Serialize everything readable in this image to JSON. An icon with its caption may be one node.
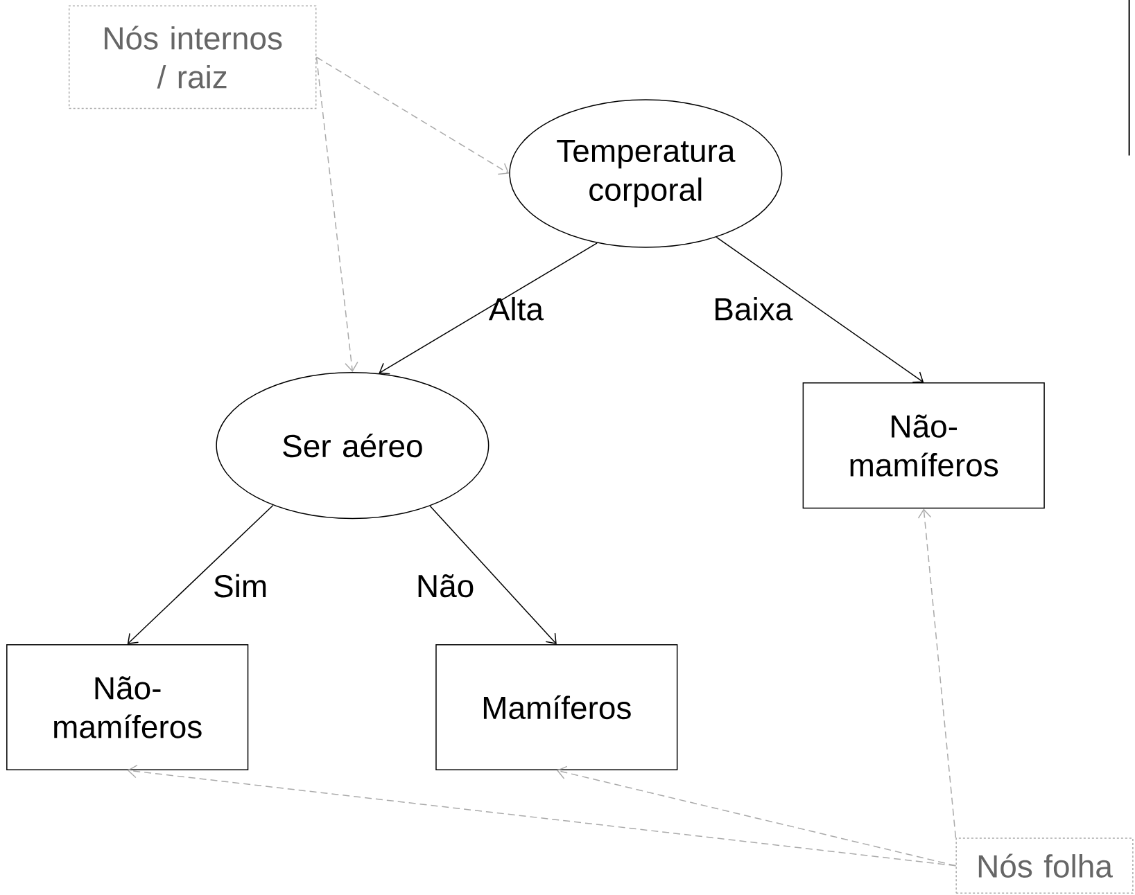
{
  "diagram": {
    "nodes": [
      {
        "text": [
          "Nós internos / raiz"
        ]
      },
      {
        "text": [
          "Temperatura corporal"
        ]
      },
      {
        "text": [
          "Ser aéreo"
        ]
      },
      {
        "text": [
          "Não-mamíferos"
        ]
      },
      {
        "text": [
          "Não-mamíferos"
        ]
      },
      {
        "text": [
          "Mamíferos"
        ]
      },
      {
        "text": [
          "Nós folha"
        ]
      }
    ],
    "edges": [
      {
        "from": 1,
        "to": 2,
        "arrow": "to",
        "label": "Alta",
        "color": "#000000"
      },
      {
        "from": 1,
        "to": 3,
        "arrow": "to",
        "label": "Baixa",
        "color": "#000000"
      },
      {
        "from": 2,
        "to": 4,
        "arrow": "to",
        "label": "Sim",
        "color": "#000000"
      },
      {
        "from": 2,
        "to": 5,
        "arrow": "to",
        "label": "Não",
        "color": "#000000"
      },
      {
        "from": 0,
        "to": 1,
        "arrow": "to",
        "style": "dashed",
        "color": "#aaaaaa"
      },
      {
        "from": 0,
        "to": 2,
        "arrow": "to",
        "style": "dashed",
        "color": "#aaaaaa"
      },
      {
        "from": 6,
        "to": 3,
        "arrow": "to",
        "style": "dashed",
        "color": "#aaaaaa"
      },
      {
        "from": 6,
        "to": 5,
        "arrow": "to",
        "style": "dashed",
        "color": "#aaaaaa"
      },
      {
        "from": 6,
        "to": 4,
        "arrow": "to",
        "style": "dashed",
        "color": "#aaaaaa"
      }
    ]
  }
}
